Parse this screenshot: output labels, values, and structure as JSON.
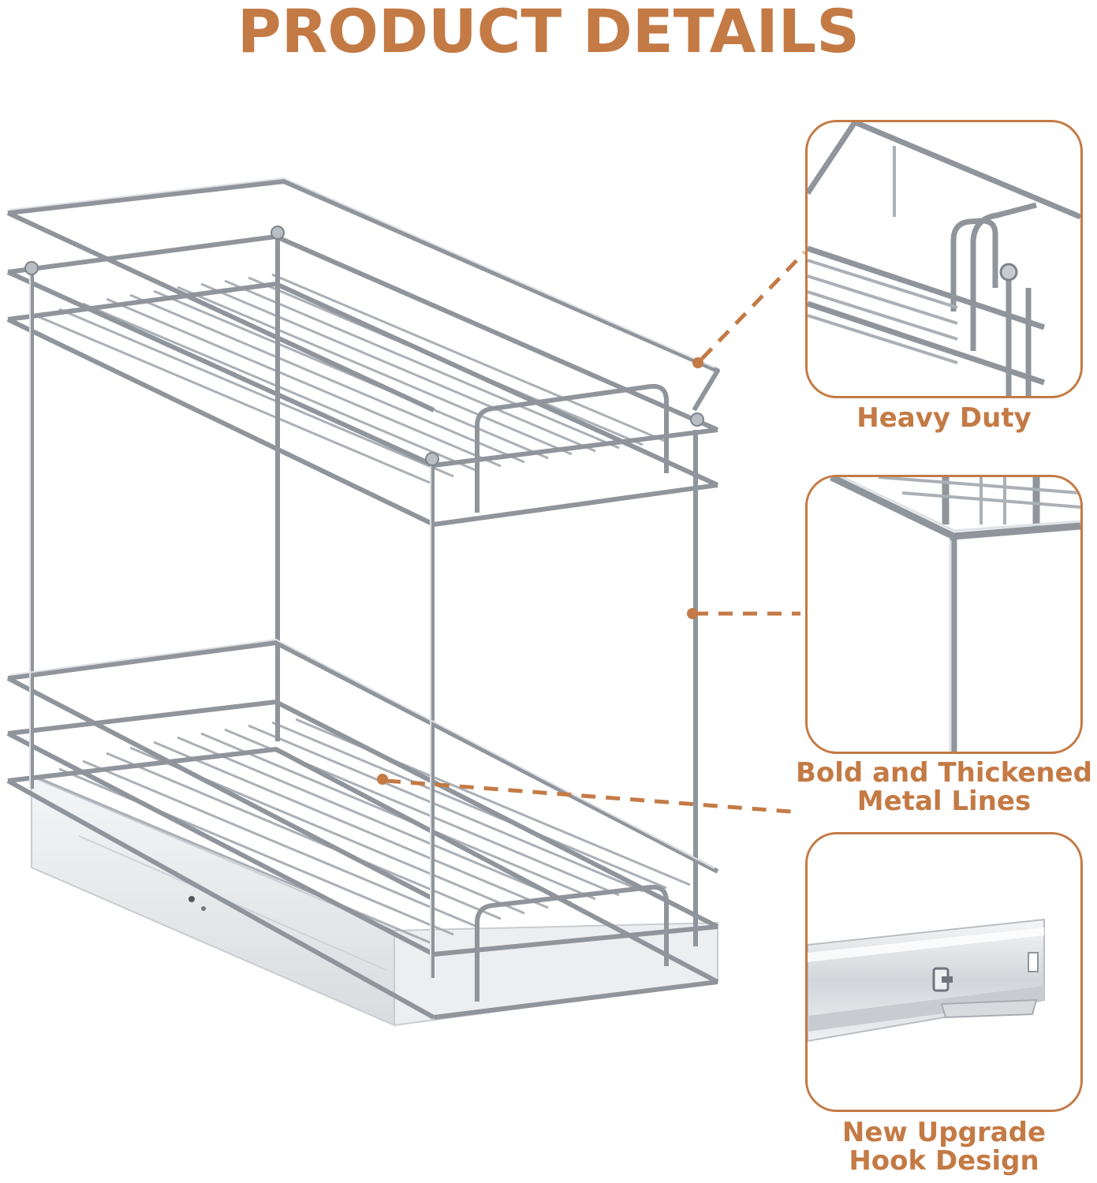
{
  "headline": "PRODUCT DETAILS",
  "colors": {
    "accent": "#c47a45",
    "wire": "#9aa0a6",
    "wire_light": "#d6d9dc",
    "rail": "#e6e8ea"
  },
  "callouts": [
    {
      "icon": "heavy-duty-closeup-icon",
      "lines": [
        "Heavy Duty"
      ]
    },
    {
      "icon": "thick-metal-lines-closeup-icon",
      "lines": [
        "Bold and Thickened",
        "Metal Lines"
      ]
    },
    {
      "icon": "hook-slide-rail-closeup-icon",
      "lines": [
        "New Upgrade",
        "Hook Design"
      ]
    }
  ]
}
